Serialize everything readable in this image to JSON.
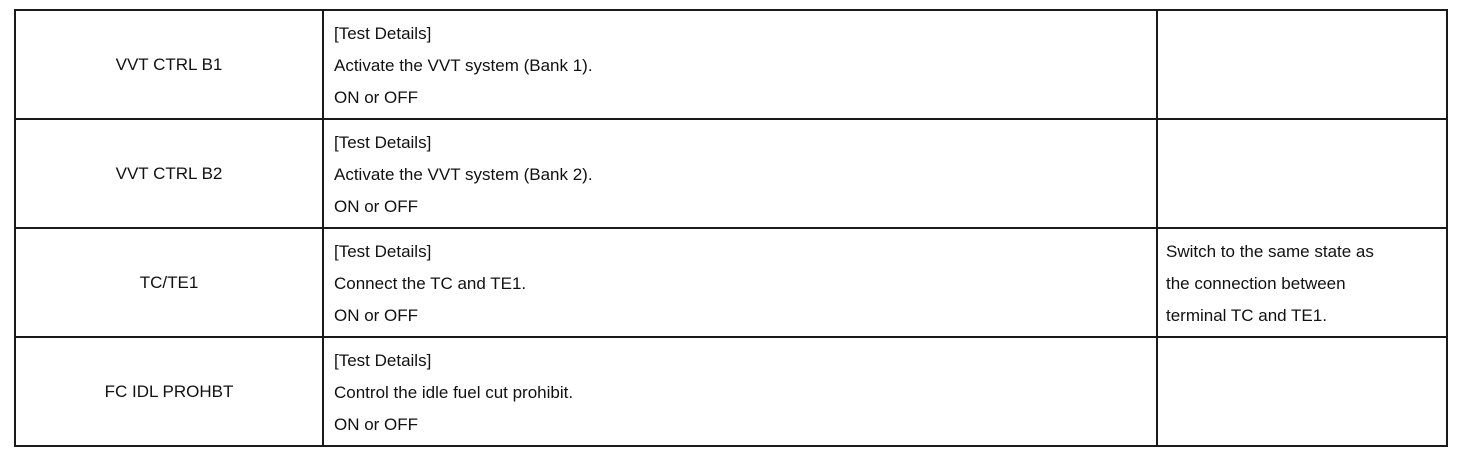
{
  "table": {
    "rows": [
      {
        "item": "VVT CTRL B1",
        "details_header": "[Test Details]",
        "details_text": "Activate the VVT system (Bank 1).",
        "details_options": "ON or OFF",
        "note": ""
      },
      {
        "item": "VVT CTRL B2",
        "details_header": "[Test Details]",
        "details_text": "Activate the VVT system (Bank 2).",
        "details_options": "ON or OFF",
        "note": ""
      },
      {
        "item": "TC/TE1",
        "details_header": "[Test Details]",
        "details_text": "Connect the TC and TE1.",
        "details_options": "ON or OFF",
        "note_lines": [
          "Switch to the same state as",
          "the connection between",
          "terminal TC and TE1."
        ]
      },
      {
        "item": "FC IDL PROHBT",
        "details_header": "[Test Details]",
        "details_text": "Control the idle fuel cut prohibit.",
        "details_options": "ON or OFF",
        "note": ""
      }
    ]
  }
}
